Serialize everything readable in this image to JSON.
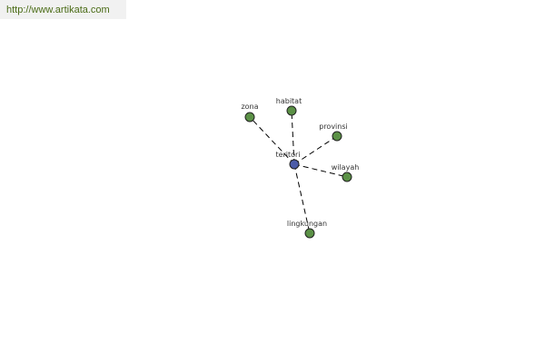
{
  "header": {
    "site_url": "http://www.artikata.com"
  },
  "graph": {
    "center": {
      "label": "teritori",
      "color": "#4c5ca8"
    },
    "leaf_color": "#5b9146",
    "leaves": [
      {
        "label": "zona"
      },
      {
        "label": "habitat"
      },
      {
        "label": "provinsi"
      },
      {
        "label": "wilayah"
      },
      {
        "label": "lingkungan"
      }
    ]
  }
}
